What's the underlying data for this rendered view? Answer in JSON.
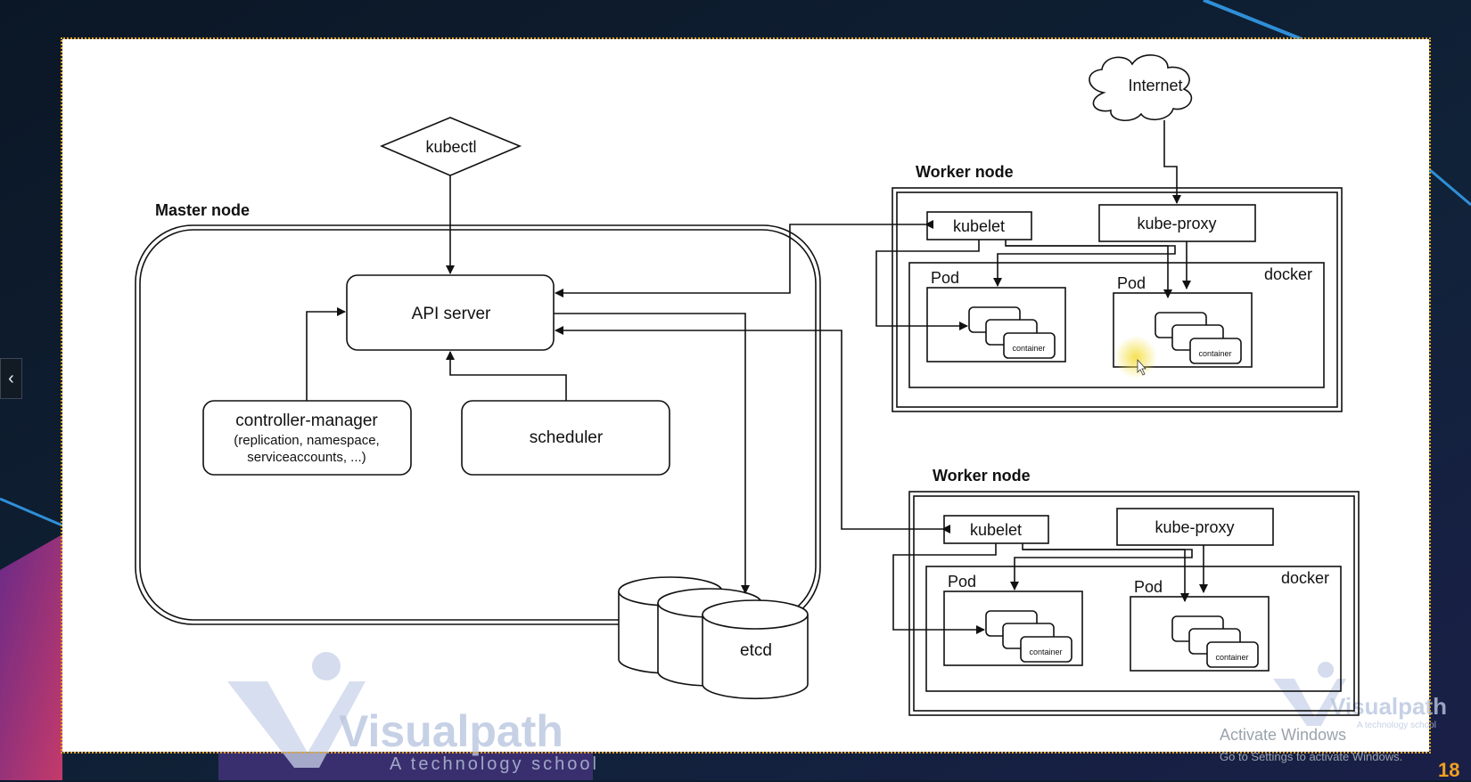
{
  "diagram": {
    "kubectl": "kubectl",
    "internet": "Internet",
    "master_node": "Master node",
    "api_server": "API server",
    "controller_manager": {
      "line1": "controller-manager",
      "line2": "(replication, namespace,",
      "line3": "serviceaccounts, ...)"
    },
    "scheduler": "scheduler",
    "etcd": "etcd",
    "worker_nodes": [
      {
        "title": "Worker node",
        "kubelet": "kubelet",
        "kube_proxy": "kube-proxy",
        "docker": "docker",
        "pod1": "Pod",
        "pod2": "Pod",
        "container": "container"
      },
      {
        "title": "Worker node",
        "kubelet": "kubelet",
        "kube_proxy": "kube-proxy",
        "docker": "docker",
        "pod1": "Pod",
        "pod2": "Pod",
        "container": "container"
      }
    ]
  },
  "watermark": {
    "brand": "Visualpath",
    "tagline": "A technology school"
  },
  "overlay": {
    "activate_title": "Activate Windows",
    "activate_sub": "Go to Settings to activate Windows.",
    "page_number": "18"
  },
  "colors": {
    "accent_border": "#e2a41e",
    "page_number": "#f0a020",
    "background": "#0d1c2e",
    "watermark": "#b9c6e0"
  }
}
